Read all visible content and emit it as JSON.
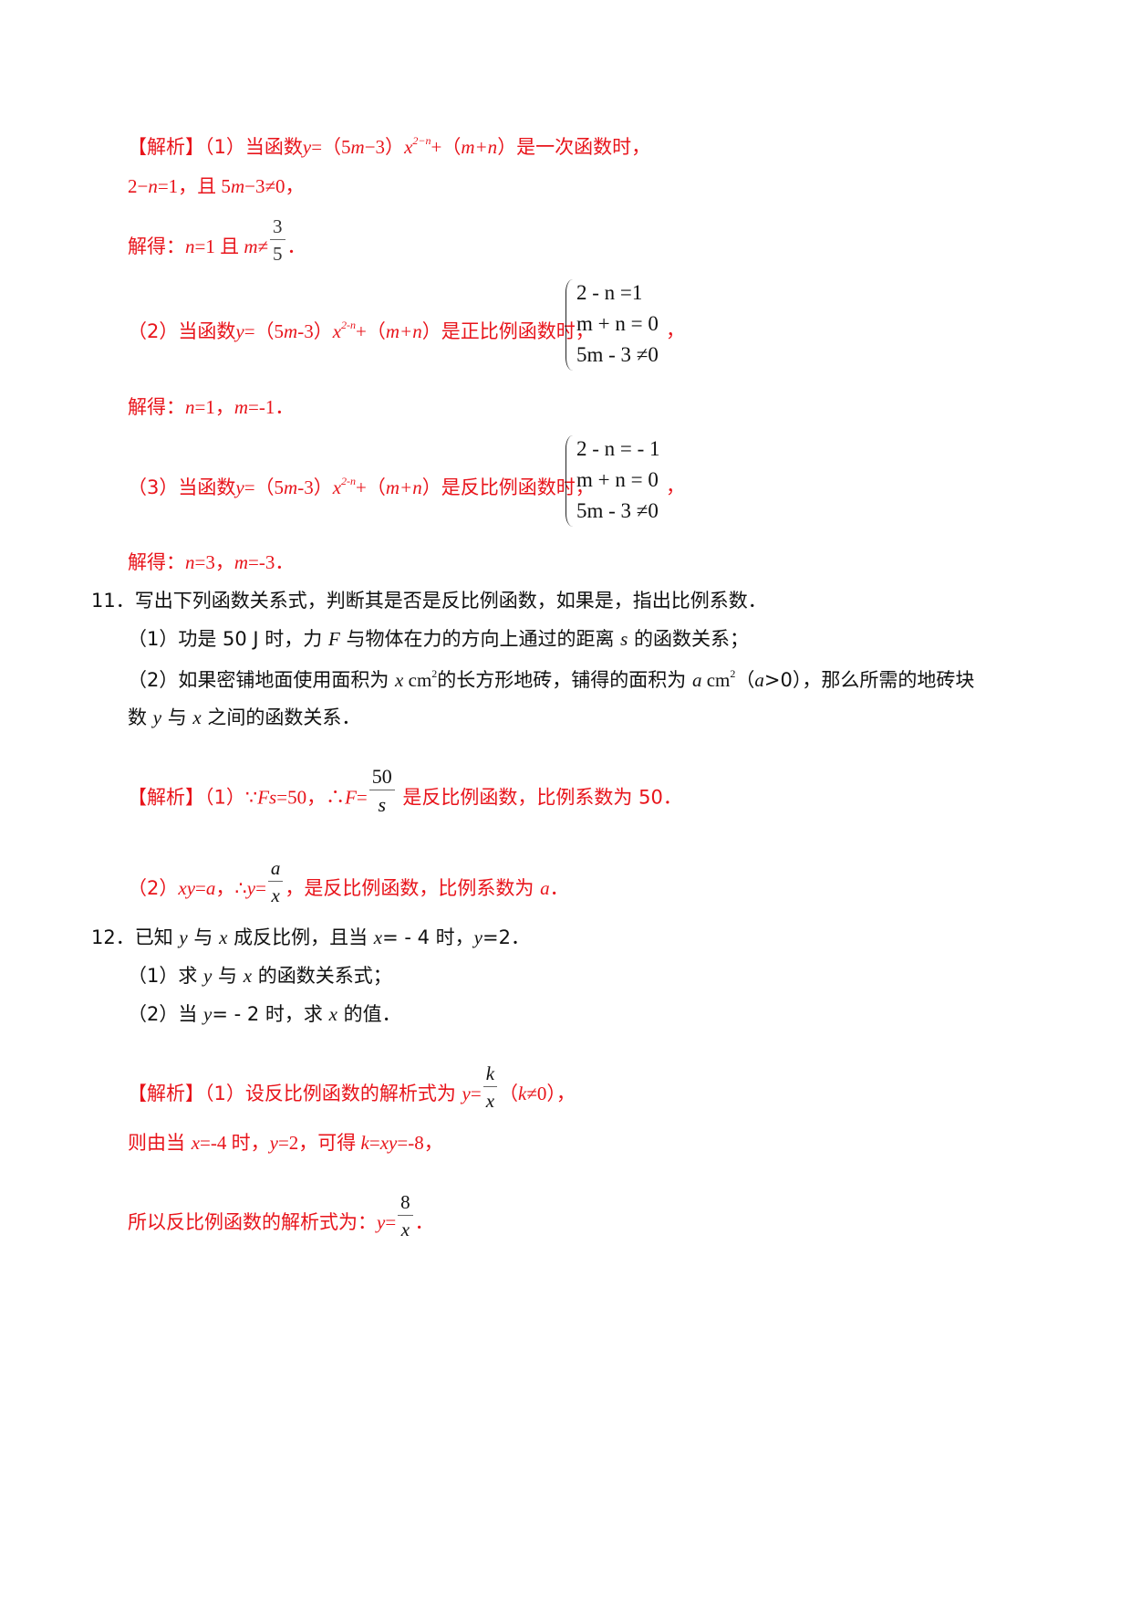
{
  "block1": {
    "l1_tag": "【解析】",
    "l1_a": "（1）当函数",
    "l1_y": "y",
    "l1_eq": "=（5",
    "l1_m1": "m",
    "l1_b": "−3）",
    "l1_x": "x",
    "l1_exp": "2−n",
    "l1_c": "+（",
    "l1_mn": "m+n",
    "l1_d": "）是一次函数时，",
    "l2_a": "2−",
    "l2_n": "n",
    "l2_b": "=1，且 5",
    "l2_m": "m",
    "l2_c": "−3≠0，",
    "l3_a": "解得：",
    "l3_n": "n",
    "l3_b": "=1 且 ",
    "l3_m": "m",
    "l3_c": "≠",
    "l3_num": "3",
    "l3_den": "5",
    "l3_d": "．"
  },
  "block2": {
    "a": "（2）当函数",
    "y": "y",
    "b": "=（5",
    "m": "m",
    "c": "-3）",
    "x": "x",
    "exp": "2-n",
    "d": "+（",
    "mn": "m+n",
    "e": "）是正比例函数时，",
    "sys1": "2 - n =1",
    "sys2": "m + n = 0",
    "sys3": "5m - 3 ≠0",
    "comma": "，",
    "sol_a": "解得：",
    "sol_n": "n",
    "sol_b": "=1，",
    "sol_m": "m",
    "sol_c": "=-1．"
  },
  "block3": {
    "a": "（3）当函数",
    "y": "y",
    "b": "=（5",
    "m": "m",
    "c": "-3）",
    "x": "x",
    "exp": "2-n",
    "d": "+（",
    "mn": "m+n",
    "e": "）是反比例函数时，",
    "sys1": "2 - n = - 1",
    "sys2": "m + n = 0",
    "sys3": "5m - 3 ≠0",
    "comma": "，",
    "sol_a": "解得：",
    "sol_n": "n",
    "sol_b": "=3，",
    "sol_m": "m",
    "sol_c": "=-3．"
  },
  "q11": {
    "stem": "11．写出下列函数关系式，判断其是否是反比例函数，如果是，指出比例系数．",
    "p1_a": "（1）功是 50 J 时，力 ",
    "p1_F": "F",
    "p1_b": " 与物体在力的方向上通过的距离 ",
    "p1_s": "s",
    "p1_c": " 的函数关系；",
    "p2_a": "（2）如果密铺地面使用面积为 ",
    "p2_x": "x",
    "p2_b": " cm",
    "p2_sq": "2",
    "p2_c": "的长方形地砖，铺得的面积为 ",
    "p2_a2": "a",
    "p2_d": " cm",
    "p2_sq2": "2",
    "p2_e": "（",
    "p2_a3": "a",
    "p2_f": ">0），那么所需的地砖块",
    "p2_g": "数 ",
    "p2_y": "y",
    "p2_h": " 与 ",
    "p2_x2": "x",
    "p2_i": " 之间的函数关系．",
    "s1_tag": "【解析】",
    "s1_a": "（1）∵",
    "s1_Fs": "Fs",
    "s1_b": "=50，∴",
    "s1_F": "F",
    "s1_c": "=",
    "s1_num": "50",
    "s1_den": "s",
    "s1_d": " 是反比例函数，比例系数为 50．",
    "s2_a": "（2）",
    "s2_xy": "xy",
    "s2_b": "=",
    "s2_av": "a",
    "s2_c": "，∴",
    "s2_y": "y",
    "s2_d": "=",
    "s2_num": "a",
    "s2_den": "x",
    "s2_e": "，是反比例函数，比例系数为 ",
    "s2_a2": "a",
    "s2_f": "．"
  },
  "q12": {
    "stem_a": "12．已知 ",
    "stem_y": "y",
    "stem_b": " 与 ",
    "stem_x": "x",
    "stem_c": " 成反比例，且当 ",
    "stem_x2": "x",
    "stem_d": "= - 4 时，",
    "stem_y2": "y",
    "stem_e": "=2．",
    "p1_a": "（1）求 ",
    "p1_y": "y",
    "p1_b": " 与 ",
    "p1_x": "x",
    "p1_c": " 的函数关系式；",
    "p2_a": "（2）当 ",
    "p2_y": "y",
    "p2_b": "= - 2 时，求 ",
    "p2_x": "x",
    "p2_c": " 的值．",
    "s1_tag": "【解析】",
    "s1_a": "（1）设反比例函数的解析式为 ",
    "s1_y": "y",
    "s1_b": "=",
    "s1_num": "k",
    "s1_den": "x",
    "s1_c": "（",
    "s1_k": "k",
    "s1_d": "≠0），",
    "s2_a": "则由当 ",
    "s2_x": "x",
    "s2_b": "=-4 时，",
    "s2_y": "y",
    "s2_c": "=2，可得 ",
    "s2_k": "k",
    "s2_d": "=",
    "s2_xy": "xy",
    "s2_e": "=-8，",
    "s3_a": "所以反比例函数的解析式为：",
    "s3_y": "y",
    "s3_b": "=",
    "s3_num": "8",
    "s3_den": "x",
    "s3_c": "．"
  }
}
